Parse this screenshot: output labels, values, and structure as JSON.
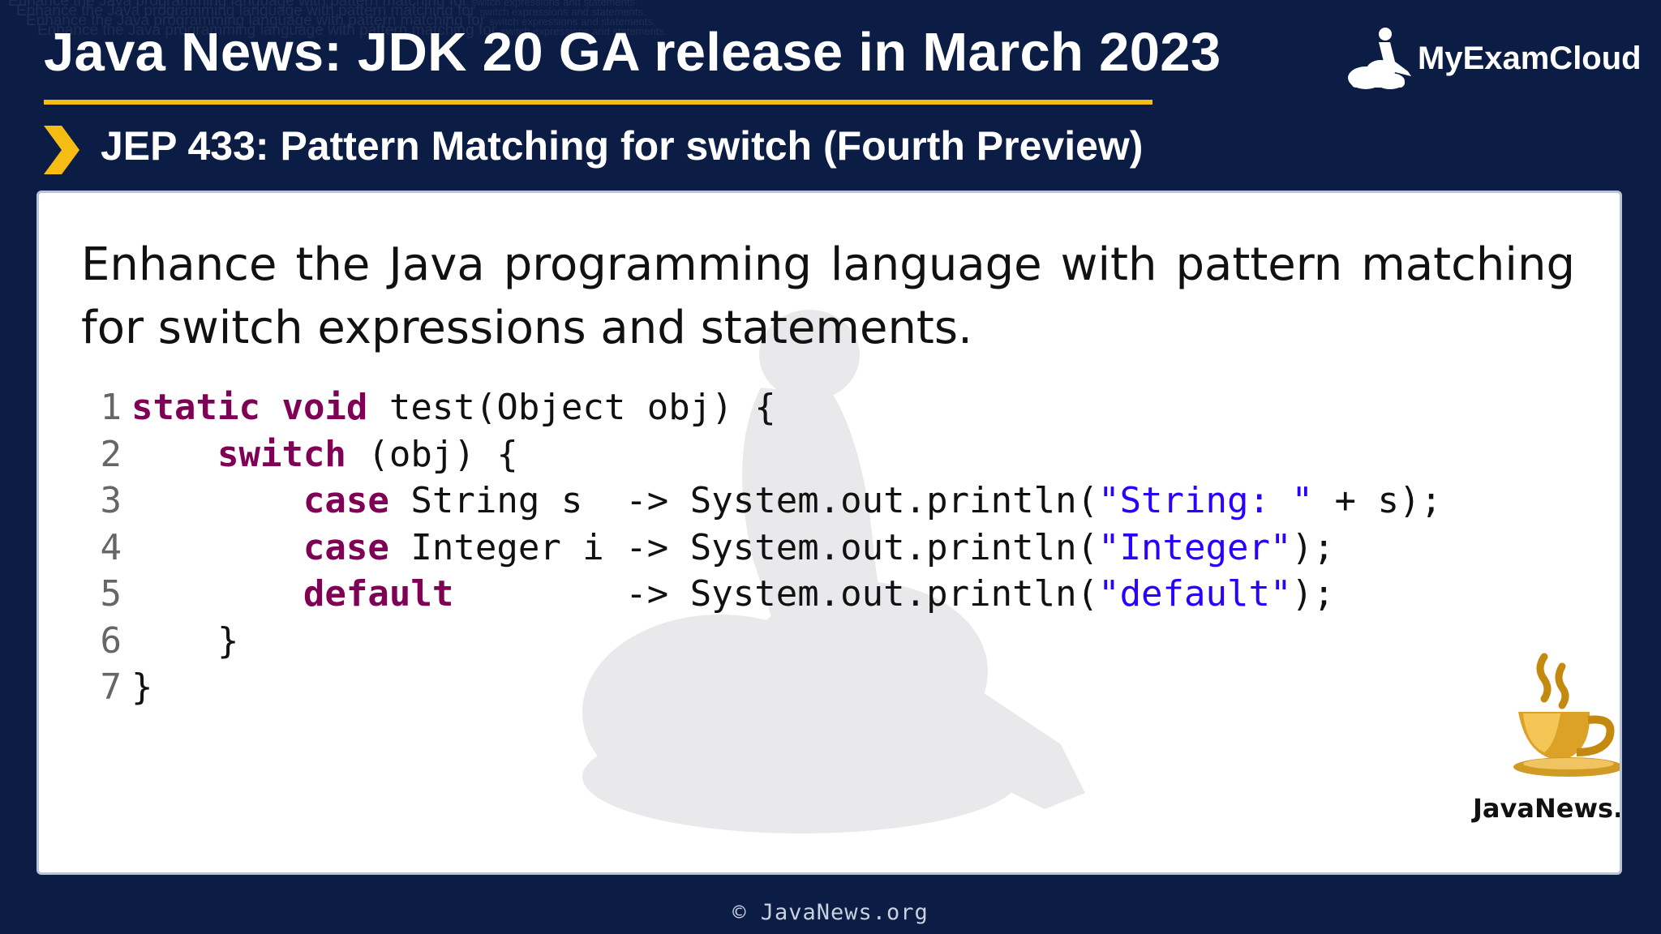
{
  "slide": {
    "title": "Java News: JDK 20 GA release in March 2023",
    "subtitle": "JEP 433: Pattern Matching for switch (Fourth Preview)",
    "ghost_text": "Enhance the Java programming language with pattern matching for",
    "ghost_text_small": "switch expressions and statements.",
    "description": "Enhance the Java programming language with pattern matching for switch expressions and statements.",
    "footer": "© JavaNews.org"
  },
  "brand": {
    "logo_text": "MyExamCloud",
    "javanews_label": "JavaNews.org"
  },
  "code": {
    "lines": [
      {
        "num": "1",
        "tokens": [
          {
            "t": "kw",
            "v": "static"
          },
          {
            "t": "p",
            "v": " "
          },
          {
            "t": "kw",
            "v": "void"
          },
          {
            "t": "p",
            "v": " test(Object obj) {"
          }
        ]
      },
      {
        "num": "2",
        "tokens": [
          {
            "t": "p",
            "v": "    "
          },
          {
            "t": "kw",
            "v": "switch"
          },
          {
            "t": "p",
            "v": " (obj) {"
          }
        ]
      },
      {
        "num": "3",
        "tokens": [
          {
            "t": "p",
            "v": "        "
          },
          {
            "t": "kw",
            "v": "case"
          },
          {
            "t": "p",
            "v": " String s  -> System.out.println("
          },
          {
            "t": "str",
            "v": "\"String: \""
          },
          {
            "t": "p",
            "v": " + s);"
          }
        ]
      },
      {
        "num": "4",
        "tokens": [
          {
            "t": "p",
            "v": "        "
          },
          {
            "t": "kw",
            "v": "case"
          },
          {
            "t": "p",
            "v": " Integer i -> System.out.println("
          },
          {
            "t": "str",
            "v": "\"Integer\""
          },
          {
            "t": "p",
            "v": ");"
          }
        ]
      },
      {
        "num": "5",
        "tokens": [
          {
            "t": "p",
            "v": "        "
          },
          {
            "t": "kw",
            "v": "default"
          },
          {
            "t": "p",
            "v": "        -> System.out.println("
          },
          {
            "t": "str",
            "v": "\"default\""
          },
          {
            "t": "p",
            "v": ");"
          }
        ]
      },
      {
        "num": "6",
        "tokens": [
          {
            "t": "p",
            "v": "    }"
          }
        ]
      },
      {
        "num": "7",
        "tokens": [
          {
            "t": "p",
            "v": "}"
          }
        ]
      }
    ]
  },
  "icons": {
    "logo": "person-on-cloud-icon",
    "bullet": "chevron-right-icon",
    "cup": "coffee-cup-icon",
    "watermark": "person-on-cloud-watermark-icon"
  },
  "colors": {
    "background": "#0c1d45",
    "accent": "#f5bd13",
    "keyword": "#7f0055",
    "string": "#2a00ff",
    "panel": "#ffffff"
  }
}
